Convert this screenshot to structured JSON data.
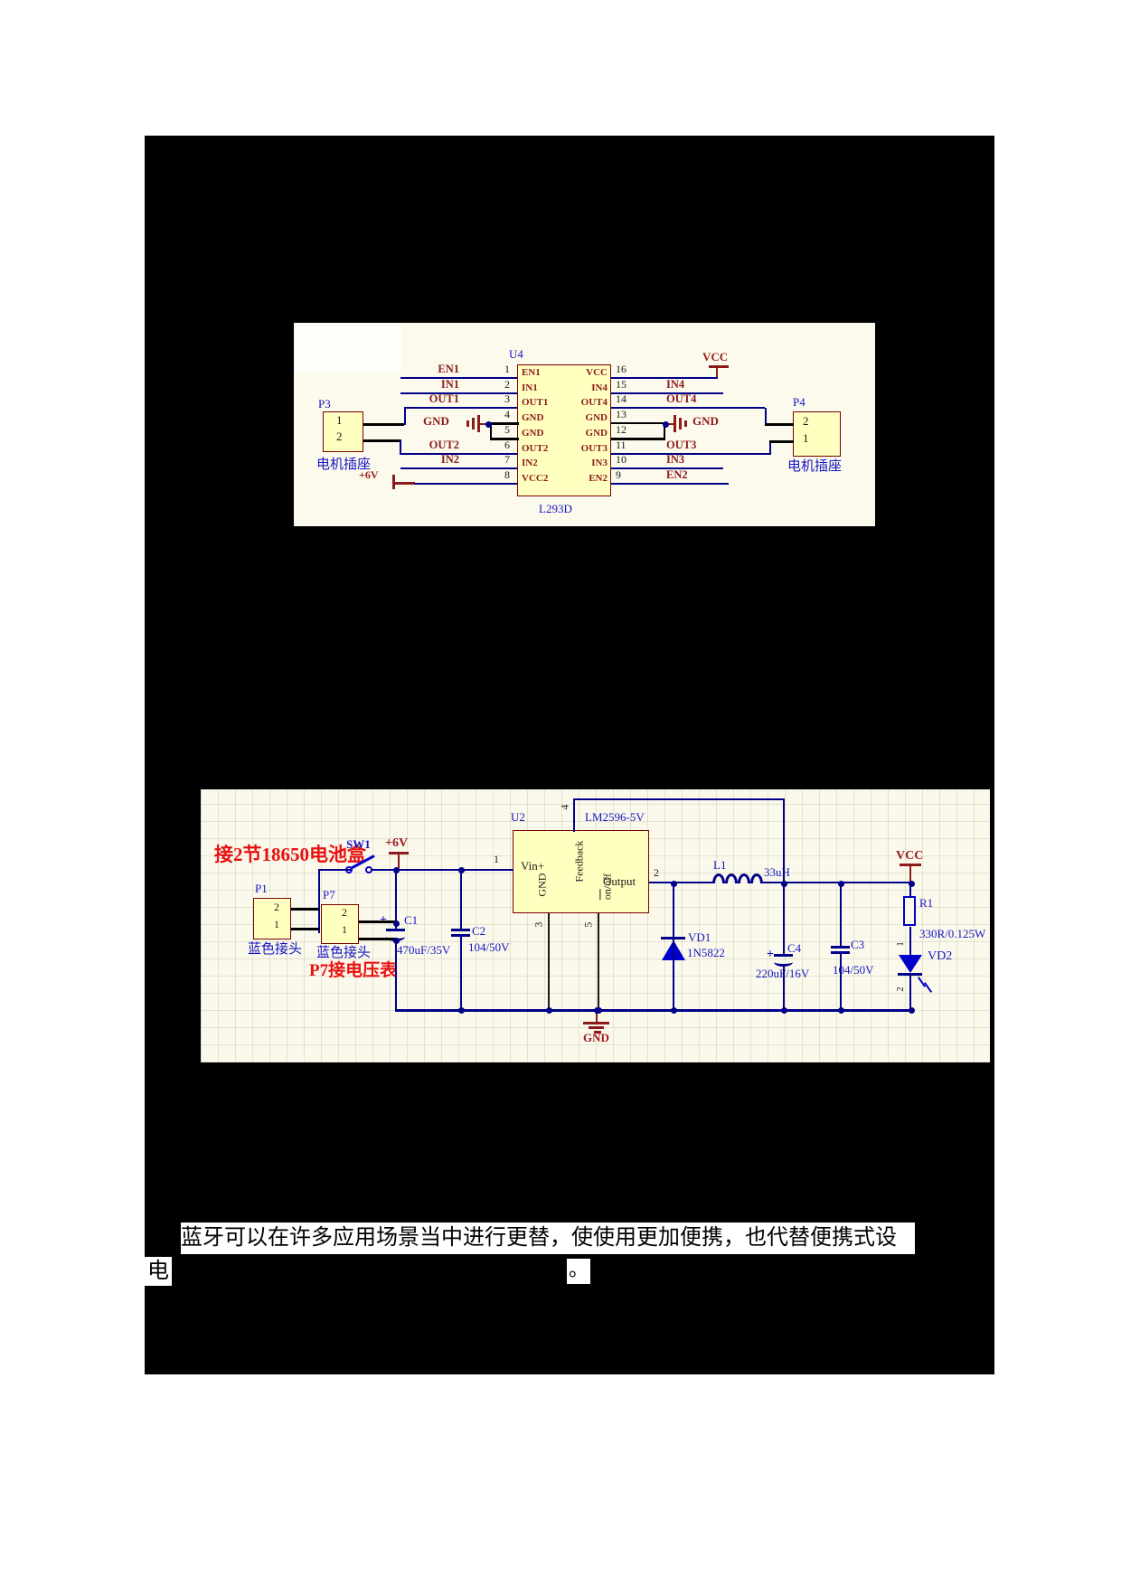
{
  "colors": {
    "wire_blue": "#00008B",
    "designator_blue": "#1515C4",
    "label_maroon": "#8B1A1A",
    "note_red": "#E81010",
    "chip_fill": "#FFFFC0",
    "chip_border": "#7A0000",
    "panel_cream": "#FBF9EC",
    "page_black": "#000000"
  },
  "diagram1": {
    "u4": "U4",
    "part": "L293D",
    "vcc": "VCC",
    "plus6v": "+6V",
    "gnd": "GND",
    "p3": {
      "ref": "P3",
      "pin_top": "1",
      "pin_bottom": "2",
      "label": "电机插座"
    },
    "p4": {
      "ref": "P4",
      "pin_top": "2",
      "pin_bottom": "1",
      "label": "电机插座"
    },
    "rows": [
      {
        "nl": "1",
        "il": "EN1",
        "ir": "VCC",
        "nr": "16",
        "ol": "EN1",
        "or": ""
      },
      {
        "nl": "2",
        "il": "IN1",
        "ir": "IN4",
        "nr": "15",
        "ol": "IN1",
        "or": "IN4"
      },
      {
        "nl": "3",
        "il": "OUT1",
        "ir": "OUT4",
        "nr": "14",
        "ol": "OUT1",
        "or": "OUT4"
      },
      {
        "nl": "4",
        "il": "GND",
        "ir": "GND",
        "nr": "13",
        "ol": "",
        "or": ""
      },
      {
        "nl": "5",
        "il": "GND",
        "ir": "GND",
        "nr": "12",
        "ol": "",
        "or": ""
      },
      {
        "nl": "6",
        "il": "OUT2",
        "ir": "OUT3",
        "nr": "11",
        "ol": "OUT2",
        "or": "OUT3"
      },
      {
        "nl": "7",
        "il": "IN2",
        "ir": "IN3",
        "nr": "10",
        "ol": "IN2",
        "or": "IN3"
      },
      {
        "nl": "8",
        "il": "VCC2",
        "ir": "EN2",
        "nr": "9",
        "ol": "",
        "or": "EN2"
      }
    ]
  },
  "diagram2": {
    "battery_note": "接2节18650电池盒",
    "voltmeter_note": "P7接电压表",
    "sw1": "SW1",
    "plus6v": "+6V",
    "vcc": "VCC",
    "gnd": "GND",
    "u2": {
      "ref": "U2",
      "part": "LM2596-5V",
      "pins": {
        "vin": "Vin+",
        "gnd": "GND",
        "feedback": "Feedback",
        "on": "on",
        "off": "/off",
        "output": "Output",
        "n1": "1",
        "n2": "2",
        "n3": "3",
        "n4": "4",
        "n5": "5"
      }
    },
    "p1": {
      "ref": "P1",
      "pin_top": "2",
      "pin_bottom": "1",
      "label": "蓝色接头"
    },
    "p7": {
      "ref": "P7",
      "pin_top": "2",
      "pin_bottom": "1",
      "label": "蓝色接头"
    },
    "c1": {
      "ref": "C1",
      "value": "470uF/35V",
      "plus": "+"
    },
    "c2": {
      "ref": "C2",
      "value": "104/50V"
    },
    "c3": {
      "ref": "C3",
      "value": "104/50V"
    },
    "c4": {
      "ref": "C4",
      "value": "220uF/16V",
      "plus": "+"
    },
    "l1": {
      "ref": "L1",
      "value": "33uH"
    },
    "r1": {
      "ref": "R1",
      "value": "330R/0.125W"
    },
    "vd1": {
      "ref": "VD1",
      "value": "1N5822"
    },
    "vd2": {
      "ref": "VD2",
      "n1": "1",
      "n2": "2"
    }
  },
  "text": {
    "line1": "蓝牙可以在许多应用场景当中进行更替，使使用更加便携，也代替便携式设备的",
    "line2_char": "电",
    "line2_punct": "。"
  }
}
